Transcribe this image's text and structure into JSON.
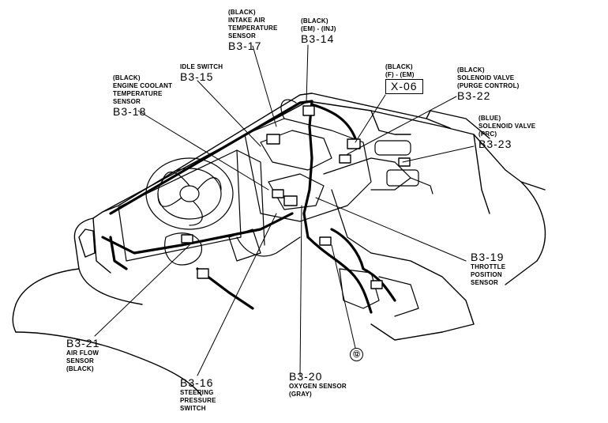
{
  "callouts": {
    "b3_17": {
      "lines": [
        "(BLACK)",
        "INTAKE AIR",
        "TEMPERATURE",
        "SENSOR"
      ],
      "code": "B3-17"
    },
    "b3_14": {
      "lines": [
        "(BLACK)",
        "(EM) - (INJ)"
      ],
      "code": "B3-14"
    },
    "x_06": {
      "lines": [
        "(BLACK)",
        "(F) - (EM)"
      ],
      "code": "X-06"
    },
    "b3_22": {
      "lines": [
        "(BLACK)",
        "SOLENOID VALVE",
        "(PURGE CONTROL)"
      ],
      "code": "B3-22"
    },
    "b3_15": {
      "lines": [
        "IDLE SWITCH"
      ],
      "code": "B3-15"
    },
    "b3_18": {
      "lines": [
        "(BLACK)",
        "ENGINE COOLANT",
        "TEMPERATURE",
        "SENSOR"
      ],
      "code": "B3-18"
    },
    "b3_23": {
      "lines": [
        "(BLUE)",
        "SOLENOID VALVE",
        "(PRC)"
      ],
      "code": "B3-23"
    },
    "b3_19": {
      "code": "B3-19",
      "lines": [
        "THROTTLE",
        "POSITION",
        "SENSOR"
      ]
    },
    "b3_21": {
      "code": "B3-21",
      "lines": [
        "AIR FLOW",
        "SENSOR",
        "(BLACK)"
      ]
    },
    "b3_16": {
      "code": "B3-16",
      "lines": [
        "STEERING",
        "PRESSURE",
        "SWITCH"
      ]
    },
    "b3_20": {
      "code": "B3-20",
      "lines": [
        "OXYGEN SENSOR",
        "(GRAY)"
      ]
    }
  },
  "marker": "⑫"
}
